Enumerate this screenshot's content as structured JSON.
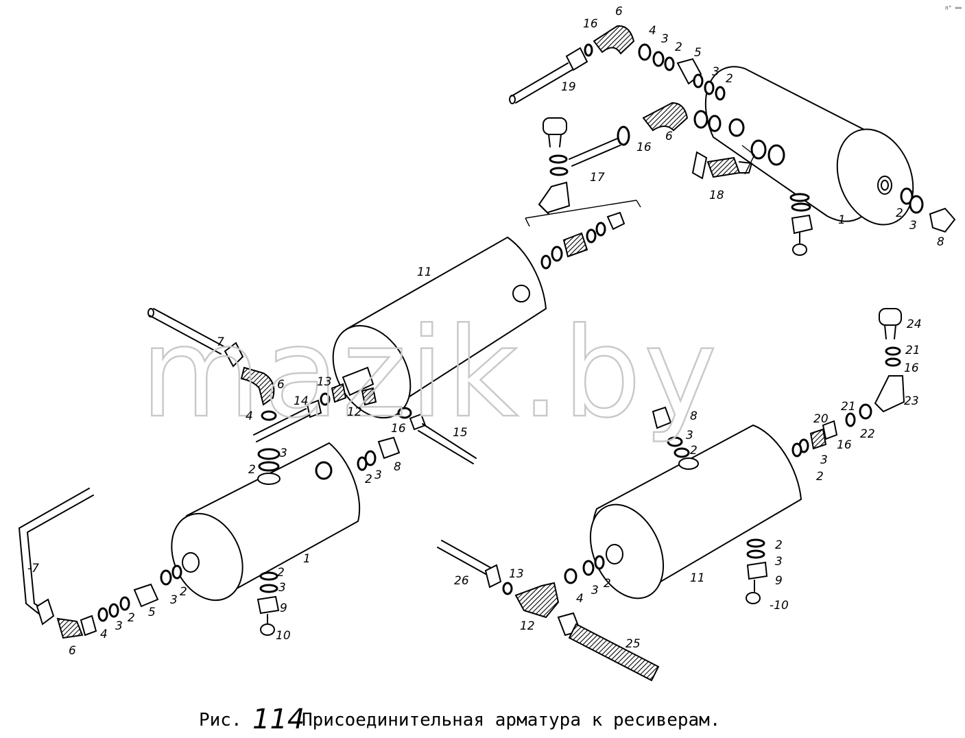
{
  "figure": {
    "caption_prefix": "Рис.",
    "caption_number": "114",
    "caption_text": "Присоединительная арматура к ресиверам.",
    "corner_mark": "п° ∞∞"
  },
  "watermark": "mazik.by",
  "callouts": [
    {
      "id": "c-6a",
      "text": "6"
    },
    {
      "id": "c-16a",
      "text": "16"
    },
    {
      "id": "c-4a",
      "text": "4"
    },
    {
      "id": "c-3a",
      "text": "3"
    },
    {
      "id": "c-2a",
      "text": "2"
    },
    {
      "id": "c-5a",
      "text": "5"
    },
    {
      "id": "c-3b",
      "text": "3"
    },
    {
      "id": "c-2b",
      "text": "2"
    },
    {
      "id": "c-19",
      "text": "19"
    },
    {
      "id": "c-16b",
      "text": "16"
    },
    {
      "id": "c-6b",
      "text": "6"
    },
    {
      "id": "c-17",
      "text": "17"
    },
    {
      "id": "c-18",
      "text": "18"
    },
    {
      "id": "c-1a",
      "text": "1"
    },
    {
      "id": "c-2c",
      "text": "2"
    },
    {
      "id": "c-3c",
      "text": "3"
    },
    {
      "id": "c-8a",
      "text": "8"
    },
    {
      "id": "c-11a",
      "text": "11"
    },
    {
      "id": "c-7a",
      "text": "7"
    },
    {
      "id": "c-6c",
      "text": "6"
    },
    {
      "id": "c-4b",
      "text": "4"
    },
    {
      "id": "c-14",
      "text": "14"
    },
    {
      "id": "c-13a",
      "text": "13"
    },
    {
      "id": "c-12a",
      "text": "12"
    },
    {
      "id": "c-16c",
      "text": "16"
    },
    {
      "id": "c-15",
      "text": "15"
    },
    {
      "id": "c-3d",
      "text": "3"
    },
    {
      "id": "c-2d",
      "text": "2"
    },
    {
      "id": "c-2e",
      "text": "2"
    },
    {
      "id": "c-3e",
      "text": "3"
    },
    {
      "id": "c-8b",
      "text": "8"
    },
    {
      "id": "c-1b",
      "text": "1"
    },
    {
      "id": "c-2f",
      "text": "2"
    },
    {
      "id": "c-3f",
      "text": "3"
    },
    {
      "id": "c-9a",
      "text": "9"
    },
    {
      "id": "c-10a",
      "text": "10"
    },
    {
      "id": "c-7b",
      "text": "-7"
    },
    {
      "id": "c-6d",
      "text": "6"
    },
    {
      "id": "c-4c",
      "text": "4"
    },
    {
      "id": "c-3g",
      "text": "3"
    },
    {
      "id": "c-2g",
      "text": "2"
    },
    {
      "id": "c-5b",
      "text": "5"
    },
    {
      "id": "c-3h",
      "text": "3"
    },
    {
      "id": "c-2h",
      "text": "2"
    },
    {
      "id": "c-24",
      "text": "24"
    },
    {
      "id": "c-21a",
      "text": "21"
    },
    {
      "id": "c-16d",
      "text": "16"
    },
    {
      "id": "c-23",
      "text": "23"
    },
    {
      "id": "c-21b",
      "text": "21"
    },
    {
      "id": "c-20",
      "text": "20"
    },
    {
      "id": "c-22",
      "text": "22"
    },
    {
      "id": "c-16e",
      "text": "16"
    },
    {
      "id": "c-3i",
      "text": "3"
    },
    {
      "id": "c-2i",
      "text": "2"
    },
    {
      "id": "c-8c",
      "text": "8"
    },
    {
      "id": "c-3j",
      "text": "3"
    },
    {
      "id": "c-2j",
      "text": "2"
    },
    {
      "id": "c-11b",
      "text": "11"
    },
    {
      "id": "c-2k",
      "text": "2"
    },
    {
      "id": "c-3k",
      "text": "3"
    },
    {
      "id": "c-9b",
      "text": "9"
    },
    {
      "id": "c-10b",
      "text": "-10"
    },
    {
      "id": "c-26",
      "text": "26"
    },
    {
      "id": "c-13b",
      "text": "13"
    },
    {
      "id": "c-4d",
      "text": "4"
    },
    {
      "id": "c-3l",
      "text": "3"
    },
    {
      "id": "c-2l",
      "text": "2"
    },
    {
      "id": "c-12b",
      "text": "12"
    },
    {
      "id": "c-25",
      "text": "25"
    }
  ]
}
